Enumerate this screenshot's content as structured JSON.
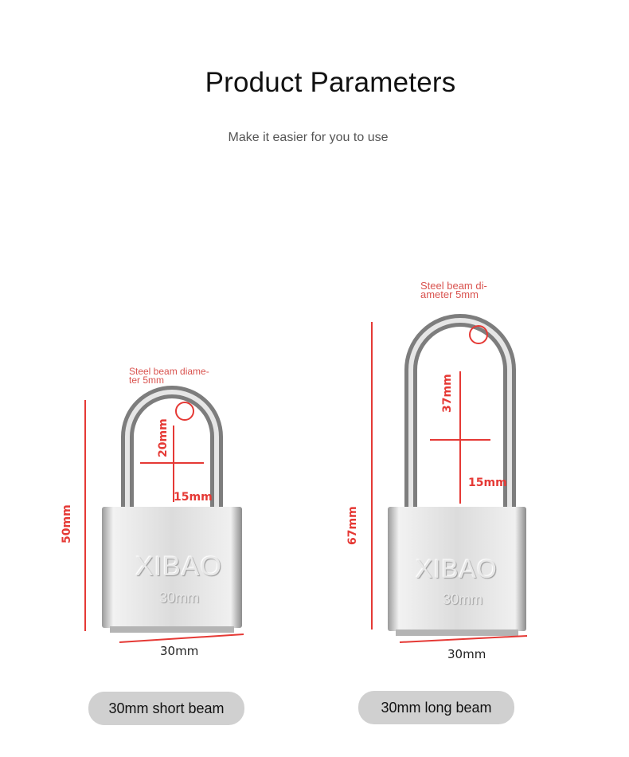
{
  "header": {
    "title": "Product Parameters",
    "subtitle": "Make it easier for you to use"
  },
  "products": [
    {
      "name": "30mm short beam",
      "brand_mark": "XIBAO",
      "body_label": "30mm",
      "callout": [
        "Steel beam diame-",
        "ter 5mm"
      ],
      "height": "50mm",
      "width": "30mm",
      "shackle_height": "20mm",
      "shackle_width": "15mm"
    },
    {
      "name": "30mm long beam",
      "brand_mark": "XIBAO",
      "body_label": "30mm",
      "callout": [
        "Steel beam di-",
        "ameter 5mm"
      ],
      "height": "67mm",
      "width": "30mm",
      "shackle_height": "37mm",
      "shackle_width": "15mm"
    }
  ],
  "colors": {
    "dimension_red": "#e53935",
    "pill_bg": "#d0d0d0"
  }
}
